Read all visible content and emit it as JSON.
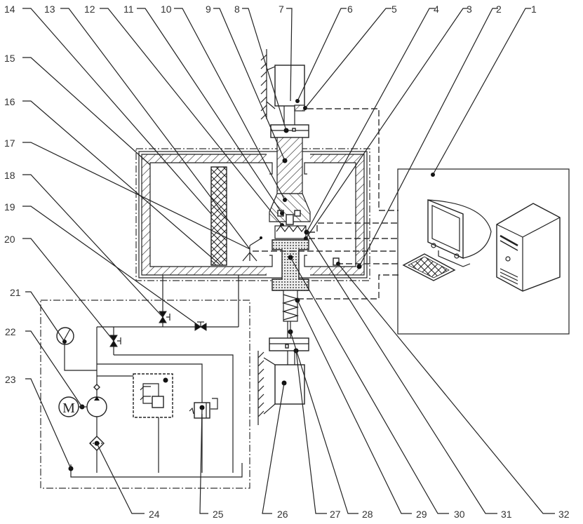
{
  "figure": {
    "type": "schematic",
    "description": "Test rig schematic: loading column with actuators and specimen inside an environmental chamber, hydraulic circuit, and computer control",
    "colors": {
      "line": "#222222",
      "label": "#333333",
      "background": "#ffffff"
    }
  },
  "labels": {
    "top": [
      "14",
      "13",
      "12",
      "11",
      "10",
      "9",
      "8",
      "7",
      "6",
      "5",
      "4",
      "3",
      "2",
      "1"
    ],
    "left": [
      "15",
      "16",
      "17",
      "18",
      "19",
      "20",
      "21",
      "22",
      "23"
    ],
    "bottom": [
      "24",
      "25",
      "26",
      "27",
      "28",
      "29",
      "30",
      "31",
      "32"
    ]
  },
  "components": {
    "computer": {
      "name": "computer-icon",
      "index": "1"
    },
    "motor": {
      "symbol": "M"
    }
  }
}
